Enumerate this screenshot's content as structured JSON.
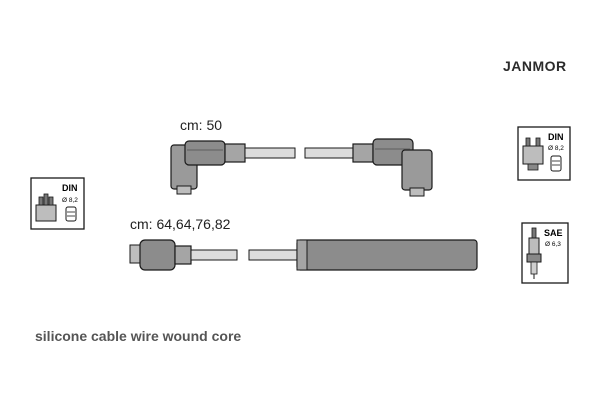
{
  "brand": "JANMOR",
  "labels": {
    "top_lead": "cm: 50",
    "mid_leads": "cm: 64,64,76,82"
  },
  "caption": "silicone cable wire wound core",
  "badges": {
    "left": {
      "standard": "DIN",
      "size": "Ø 8,2"
    },
    "right_top": {
      "standard": "DIN",
      "size": "Ø 8,2"
    },
    "right_bottom": {
      "standard": "SAE",
      "size": "Ø 6,3"
    }
  },
  "colors": {
    "boot": "#8c8c8c",
    "boot_dark": "#6e6e6e",
    "wire": "#d9d9d9",
    "outline": "#1a1a1a"
  }
}
